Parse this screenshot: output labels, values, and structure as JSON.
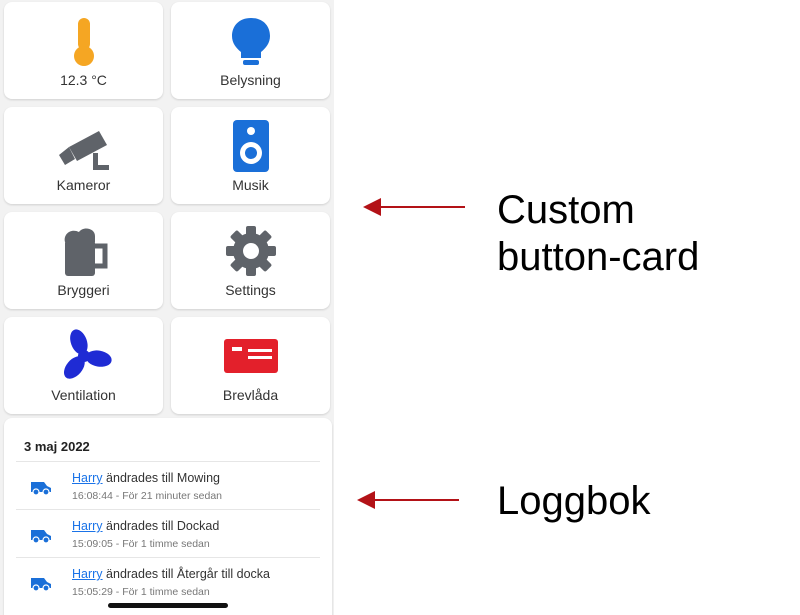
{
  "cards": [
    {
      "label": "12.3 °C",
      "icon": "thermometer-icon",
      "color": "#f5a623"
    },
    {
      "label": "Belysning",
      "icon": "lightbulb-icon",
      "color": "#1a6fd8"
    },
    {
      "label": "Kameror",
      "icon": "cctv-camera-icon",
      "color": "#5f6369"
    },
    {
      "label": "Musik",
      "icon": "speaker-icon",
      "color": "#1a6fd8"
    },
    {
      "label": "Bryggeri",
      "icon": "beer-mug-icon",
      "color": "#5f6369"
    },
    {
      "label": "Settings",
      "icon": "gear-icon",
      "color": "#5f6369"
    },
    {
      "label": "Ventilation",
      "icon": "fan-icon",
      "color": "#1f2bd4"
    },
    {
      "label": "Brevlåda",
      "icon": "mailbox-icon",
      "color": "#e3202b"
    }
  ],
  "logbook": {
    "date": "3 maj 2022",
    "entries": [
      {
        "who": "Harry",
        "text": " ändrades till Mowing",
        "time": "16:08:44 - För 21 minuter sedan",
        "icon": "robot-mower-icon"
      },
      {
        "who": "Harry",
        "text": " ändrades till Dockad",
        "time": "15:09:05 - För 1 timme sedan",
        "icon": "robot-mower-icon"
      },
      {
        "who": "Harry",
        "text": " ändrades till Återgår till docka",
        "time": "15:05:29 - För 1 timme sedan",
        "icon": "robot-mower-icon"
      }
    ]
  },
  "annotations": {
    "button_card": "Custom button-card",
    "logbook": "Loggbok"
  },
  "colors": {
    "arrow": "#b31217",
    "link": "#1a73e8",
    "entry_icon": "#1a6fd8"
  }
}
